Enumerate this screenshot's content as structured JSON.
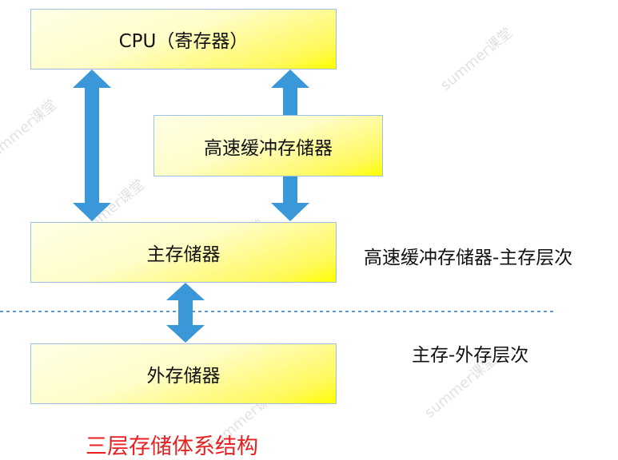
{
  "boxes": {
    "cpu": "CPU（寄存器）",
    "cache": "高速缓冲存储器",
    "main": "主存储器",
    "external": "外存储器"
  },
  "levels": {
    "cache_main": "高速缓冲存储器-主存层次",
    "main_external": "主存-外存层次"
  },
  "caption": "三层存储体系结构",
  "watermark": "summer课堂",
  "colors": {
    "arrow": "#3a97d8",
    "caption": "#e82020",
    "box_border": "#9cc3e6"
  }
}
